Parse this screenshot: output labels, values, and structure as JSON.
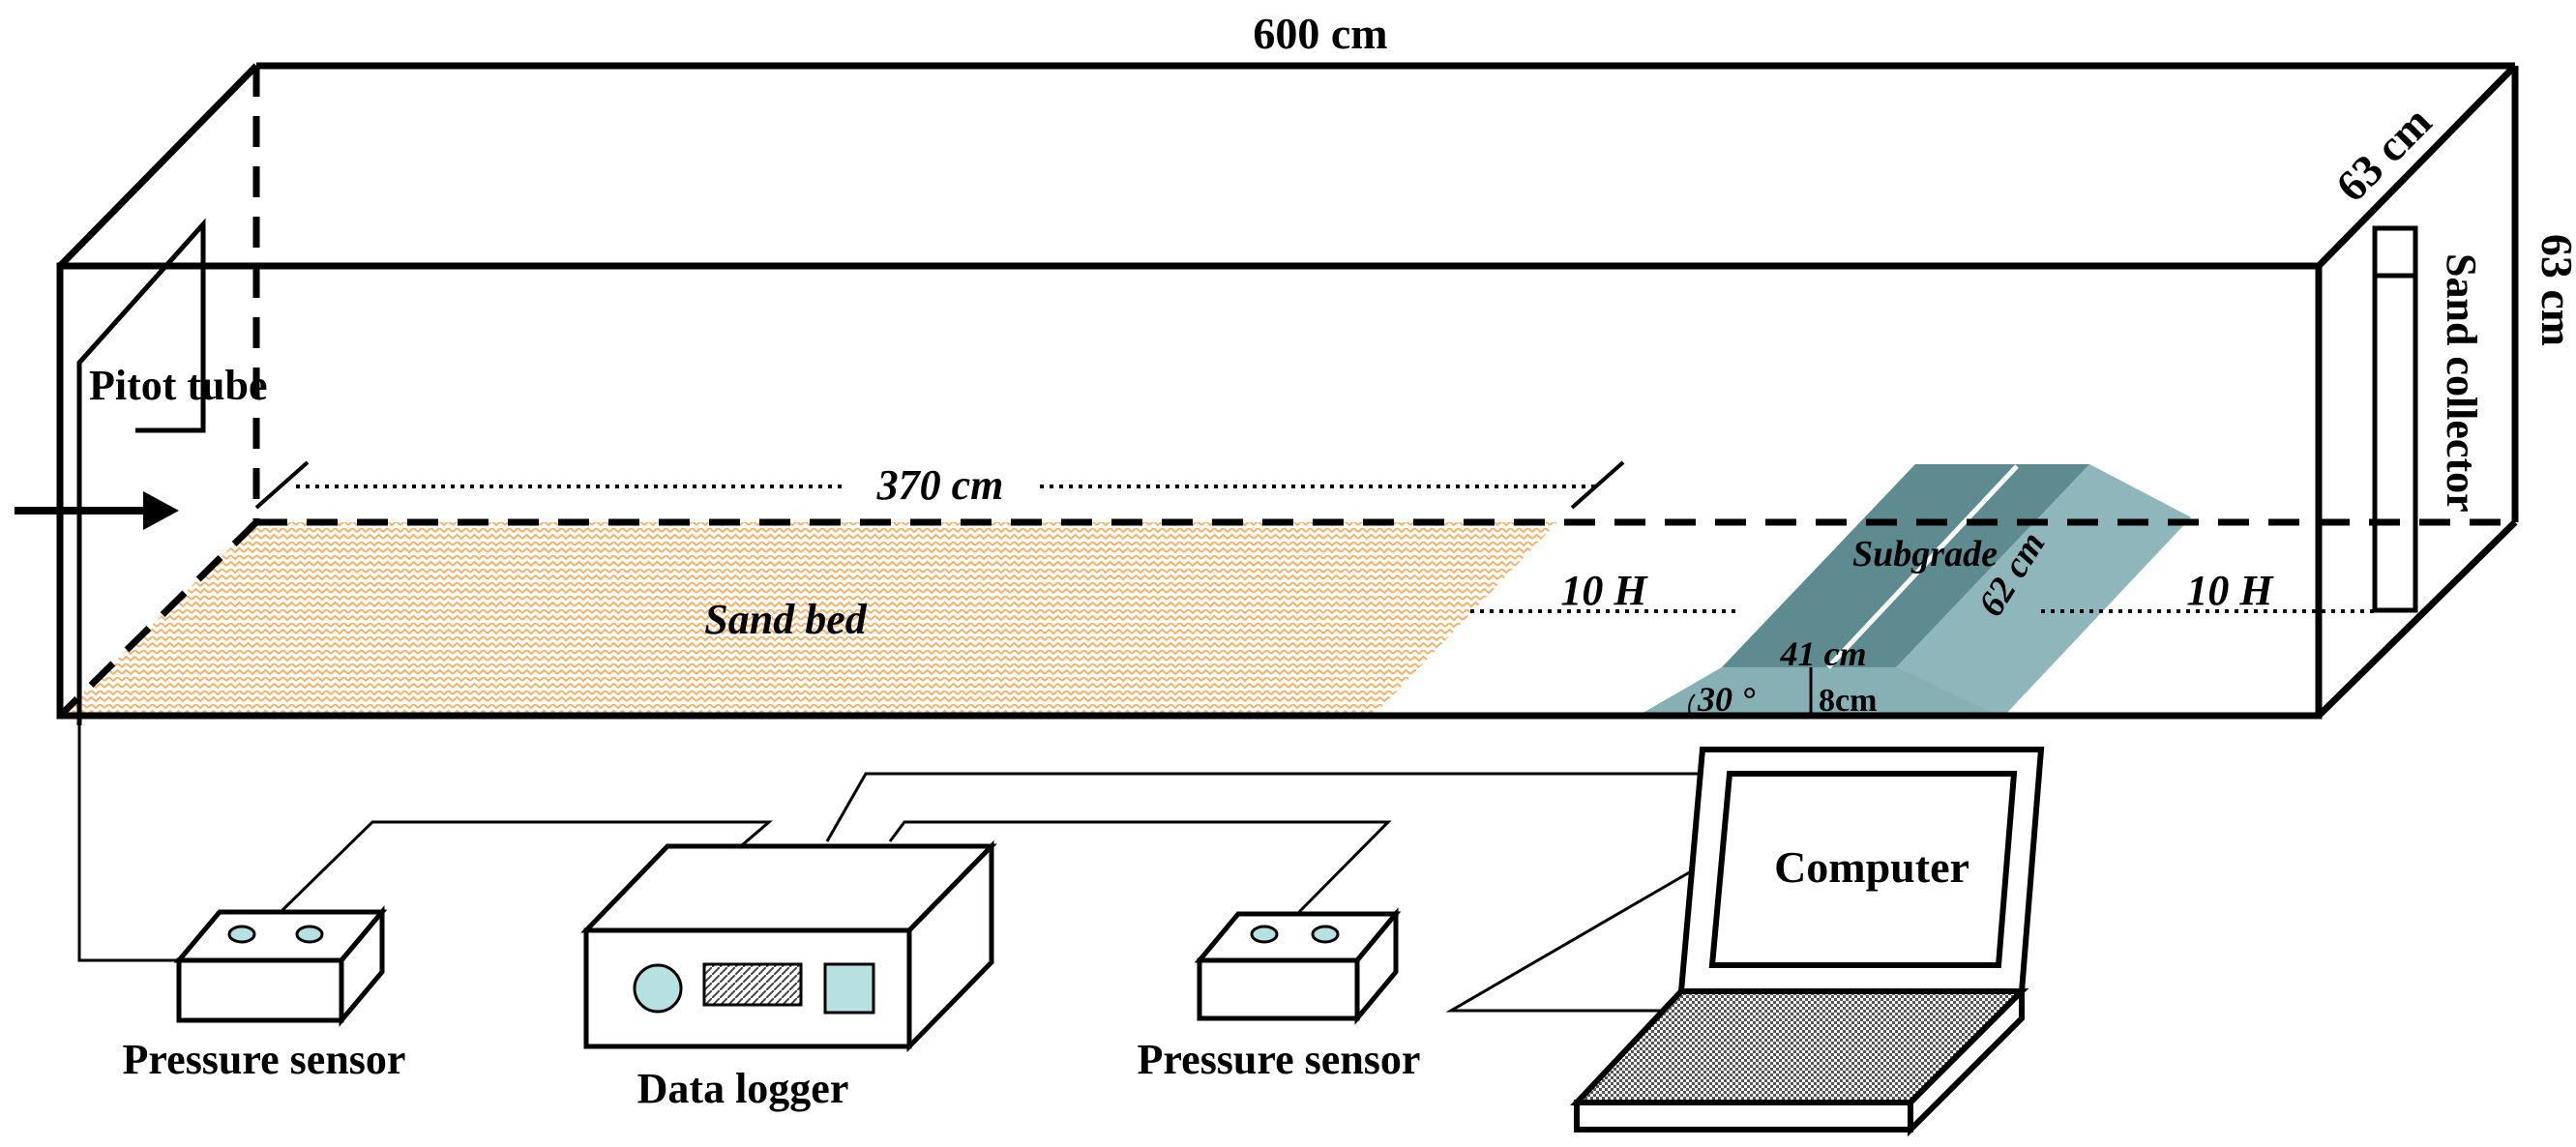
{
  "labels": {
    "length": "600 cm",
    "width": "63 cm",
    "height": "63 cm",
    "pitot_tube": "Pitot tube",
    "sand_bed_length": "370 cm",
    "sand_bed": "Sand bed",
    "gap_upwind": "10 H",
    "gap_downwind": "10 H",
    "subgrade": "Subgrade",
    "subgrade_length": "62 cm",
    "subgrade_top_width": "41 cm",
    "slope_angle": "30 °",
    "subgrade_height": "8cm",
    "sand_collector": "Sand collector",
    "pressure_sensor_left": "Pressure sensor",
    "data_logger": "Data logger",
    "pressure_sensor_right": "Pressure sensor",
    "computer": "Computer"
  },
  "colors": {
    "sand": "#f2b36b",
    "subgrade_side": "#7fa9ad",
    "subgrade_top": "#5e8b8f",
    "sensor_port": "#b7e0e0",
    "logger_button": "#b7e0e0",
    "line": "#000000"
  }
}
